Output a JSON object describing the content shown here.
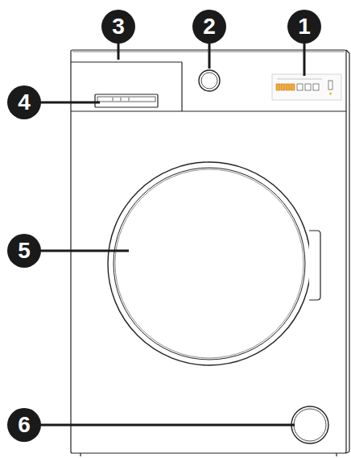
{
  "diagram": {
    "labels": [
      "3",
      "2",
      "1",
      "4",
      "5",
      "6"
    ]
  }
}
